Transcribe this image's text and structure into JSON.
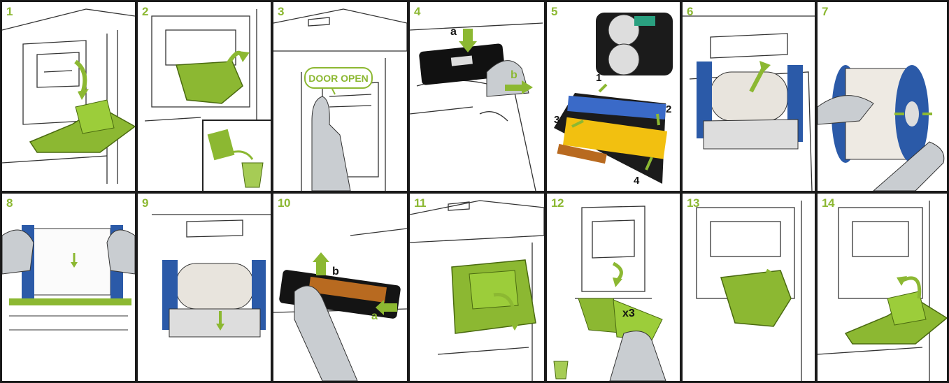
{
  "steps": [
    {
      "number": "1"
    },
    {
      "number": "2"
    },
    {
      "number": "3",
      "callout": "DOOR OPEN"
    },
    {
      "number": "4",
      "labels": [
        "a",
        "b"
      ]
    },
    {
      "number": "5",
      "labels": [
        "1",
        "2",
        "3",
        "4"
      ]
    },
    {
      "number": "6"
    },
    {
      "number": "7"
    },
    {
      "number": "8"
    },
    {
      "number": "9"
    },
    {
      "number": "10",
      "labels": [
        "b",
        "a"
      ]
    },
    {
      "number": "11"
    },
    {
      "number": "12",
      "labels": [
        "x3"
      ]
    },
    {
      "number": "13"
    },
    {
      "number": "14"
    }
  ],
  "colors": {
    "accent": "#8cb832",
    "frame": "#1a1a1a",
    "line": "#333333",
    "skin": "#c9cdd1",
    "ribbon_yellow": "#f2c010",
    "spool_blue": "#2b5aa8"
  }
}
